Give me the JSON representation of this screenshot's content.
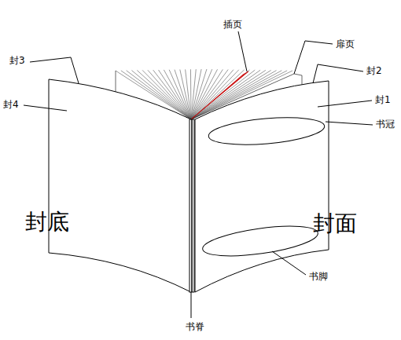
{
  "diagram": {
    "labels": [
      "插页",
      "扉页",
      "封3",
      "封2",
      "封1",
      "封4",
      "书冠",
      "封底",
      "封面",
      "书脚",
      "书脊"
    ]
  }
}
